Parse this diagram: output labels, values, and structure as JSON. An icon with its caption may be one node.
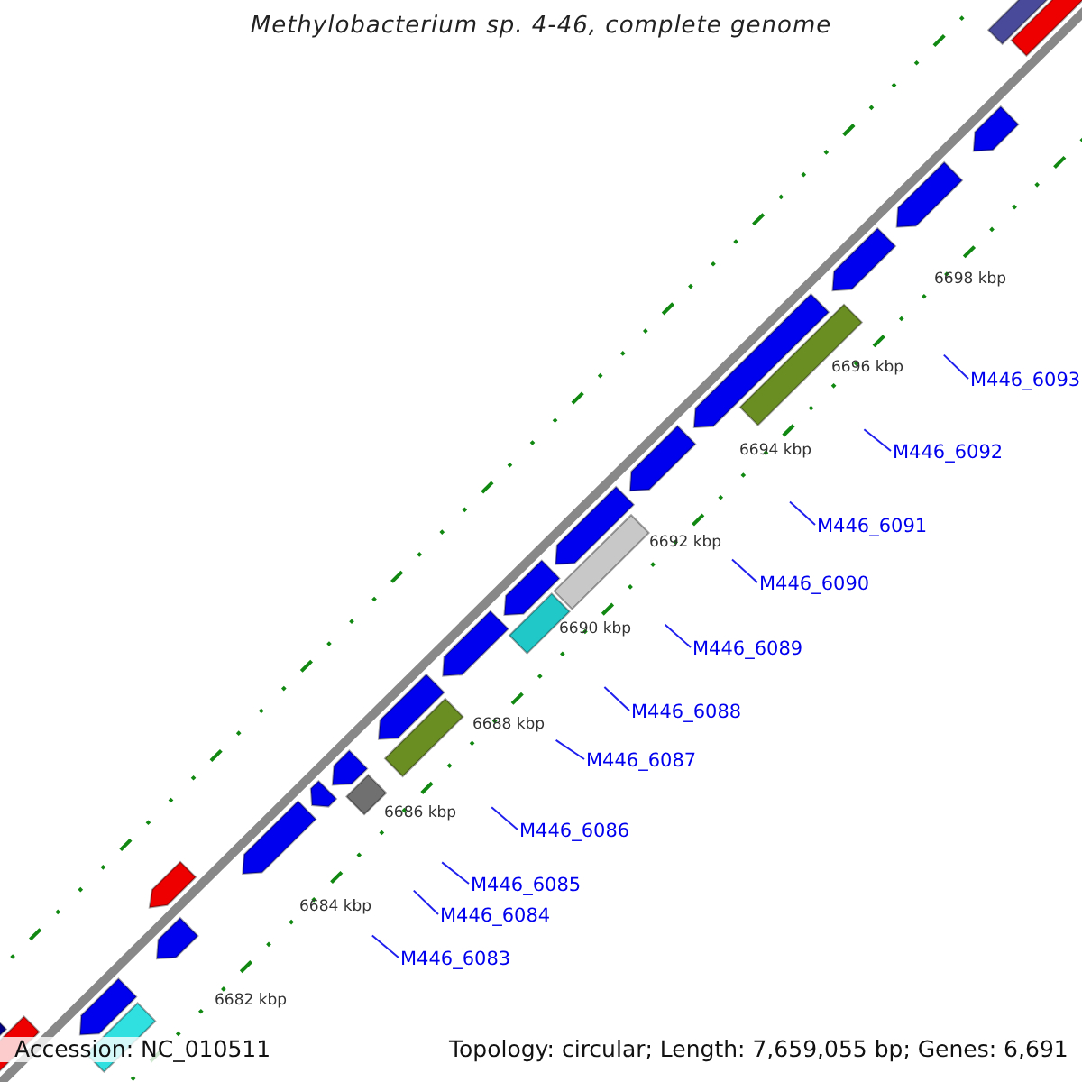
{
  "diagram": {
    "title": "Methylobacterium sp. 4-46, complete genome",
    "nodes": [
      {
        "text": [
          "M446_6093"
        ]
      },
      {
        "text": [
          "M446_6092"
        ]
      },
      {
        "text": [
          "M446_6091"
        ]
      },
      {
        "text": [
          "M446_6090"
        ]
      },
      {
        "text": [
          "M446_6089"
        ]
      },
      {
        "text": [
          "M446_6088"
        ]
      },
      {
        "text": [
          "M446_6087"
        ]
      },
      {
        "text": [
          "M446_6086"
        ]
      },
      {
        "text": [
          "M446_6085"
        ]
      },
      {
        "text": [
          "M446_6084"
        ]
      },
      {
        "text": [
          "M446_6083"
        ]
      }
    ],
    "edges": [
      {
        "from": 0,
        "to": null,
        "arrow": "none"
      },
      {
        "from": 1,
        "to": null,
        "arrow": "none"
      },
      {
        "from": 2,
        "to": null,
        "arrow": "none"
      },
      {
        "from": 3,
        "to": null,
        "arrow": "none"
      },
      {
        "from": 4,
        "to": null,
        "arrow": "none"
      },
      {
        "from": 5,
        "to": null,
        "arrow": "none"
      },
      {
        "from": 6,
        "to": null,
        "arrow": "none"
      },
      {
        "from": 7,
        "to": null,
        "arrow": "none"
      },
      {
        "from": 8,
        "to": null,
        "arrow": "none"
      },
      {
        "from": 9,
        "to": null,
        "arrow": "none"
      },
      {
        "from": 10,
        "to": null,
        "arrow": "none"
      }
    ],
    "labels": [
      "6698 kbp",
      "6696 kbp",
      "6694 kbp",
      "6692 kbp",
      "6690 kbp",
      "6688 kbp",
      "6686 kbp",
      "6684 kbp",
      "6682 kbp",
      "Accession: NC_010511",
      "Topology: circular; Length: 7,659,055 bp; Genes: 6,691"
    ]
  }
}
